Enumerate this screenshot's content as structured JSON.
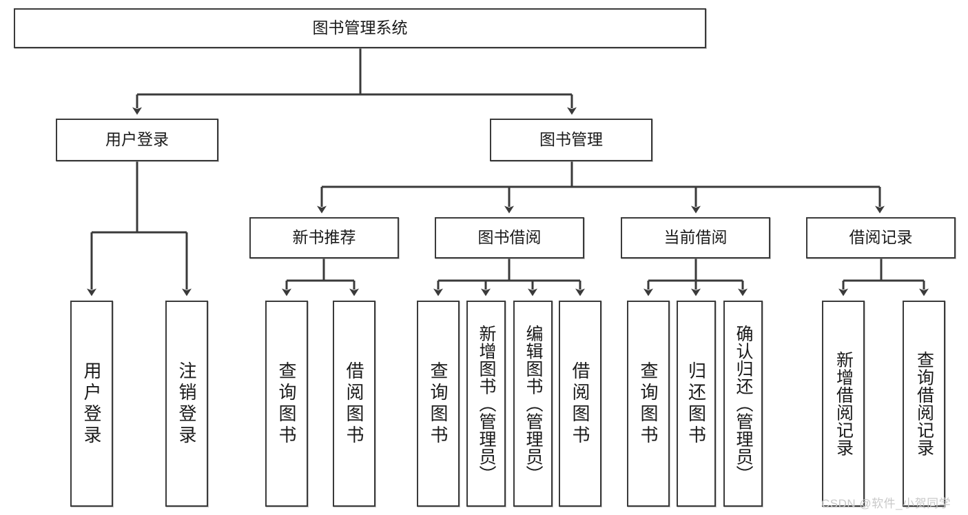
{
  "diagram": {
    "title": "图书管理系统",
    "type": "hierarchy-tree",
    "root": {
      "label": "图书管理系统"
    },
    "level2": [
      {
        "label": "用户登录"
      },
      {
        "label": "图书管理"
      }
    ],
    "level3": [
      {
        "label": "新书推荐"
      },
      {
        "label": "图书借阅"
      },
      {
        "label": "当前借阅"
      },
      {
        "label": "借阅记录"
      }
    ],
    "leaves": {
      "user_login": [
        {
          "label": "用户登录"
        },
        {
          "label": "注销登录"
        }
      ],
      "new_book_recommend": [
        {
          "label": "查询图书"
        },
        {
          "label": "借阅图书"
        }
      ],
      "book_borrow": [
        {
          "label": "查询图书"
        },
        {
          "label": "新增图书（管理员）"
        },
        {
          "label": "编辑图书（管理员）"
        },
        {
          "label": "借阅图书"
        }
      ],
      "current_borrow": [
        {
          "label": "查询图书"
        },
        {
          "label": "归还图书"
        },
        {
          "label": "确认归还（管理员）"
        }
      ],
      "borrow_record": [
        {
          "label": "新增借阅记录"
        },
        {
          "label": "查询借阅记录"
        }
      ]
    },
    "watermark": "CSDN @软件_小贺同学",
    "colors": {
      "stroke": "#3a3a3a",
      "fill": "#ffffff",
      "text": "#1a1a1a",
      "watermark": "#c9c9c9"
    }
  }
}
